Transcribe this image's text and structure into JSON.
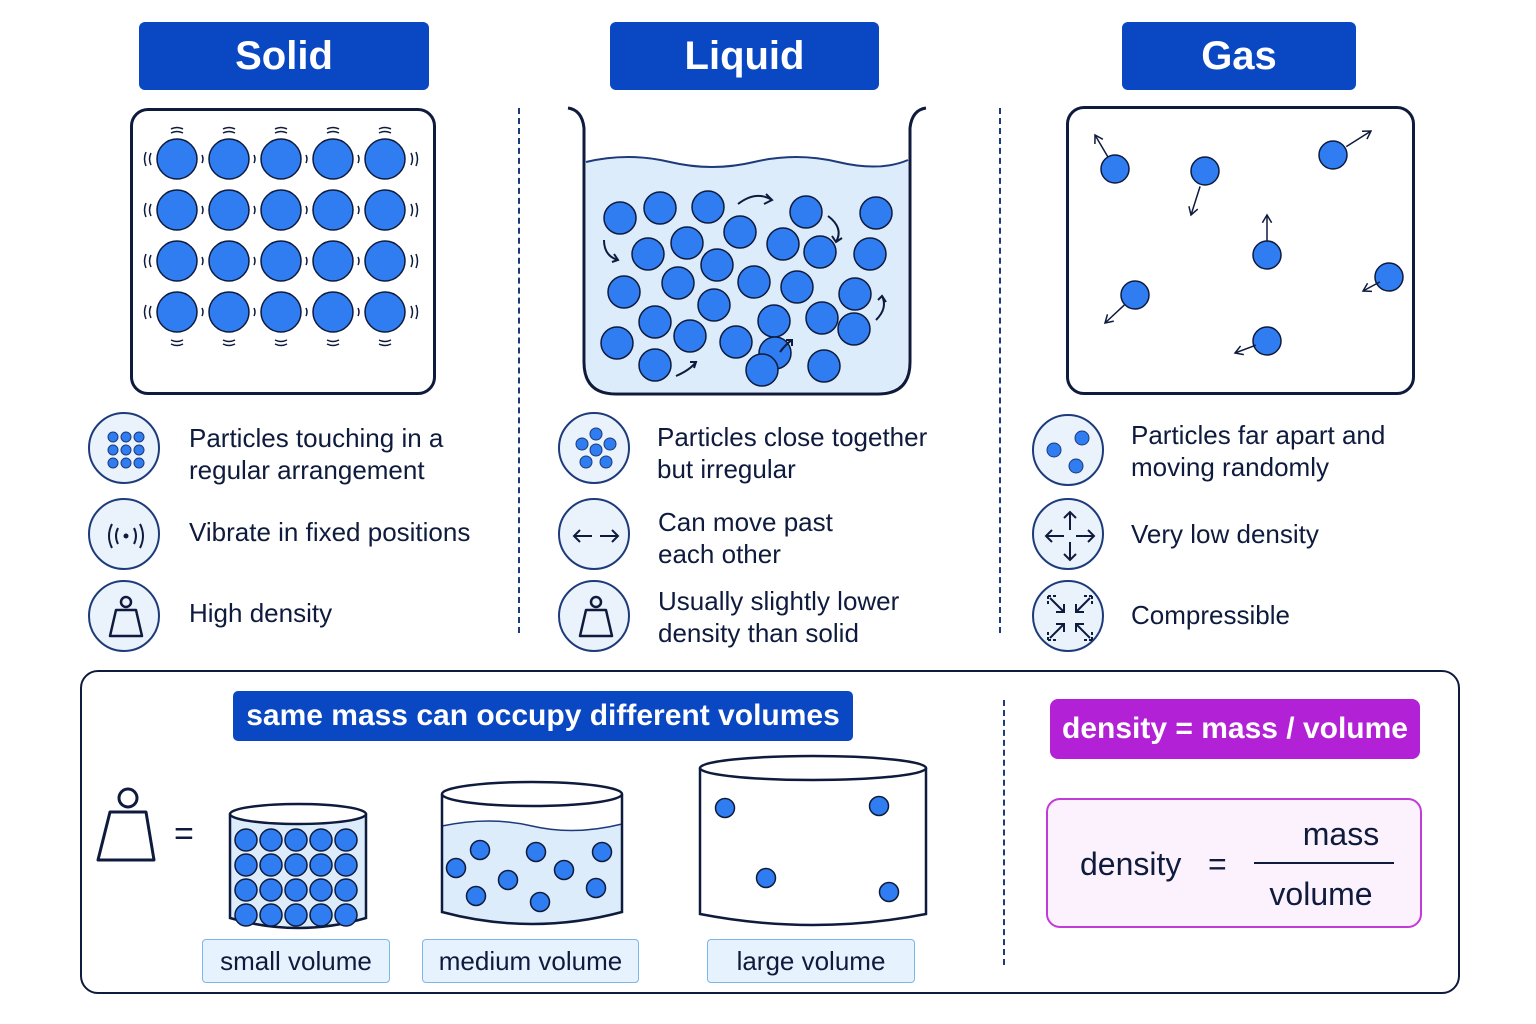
{
  "states": [
    {
      "title": "Solid",
      "properties": [
        {
          "text": "Particles touching in a regular arrangement",
          "icon": "grid-particles-icon"
        },
        {
          "text": "Vibrate in fixed positions",
          "icon": "vibration-icon"
        },
        {
          "text": "High density",
          "icon": "weight-icon"
        }
      ]
    },
    {
      "title": "Liquid",
      "properties": [
        {
          "text": "Particles close together but irregular",
          "icon": "cluster-particles-icon"
        },
        {
          "text": "Can move past each other",
          "icon": "horizontal-arrows-icon"
        },
        {
          "text": "Usually slightly lower density than solid",
          "icon": "weight-icon"
        }
      ]
    },
    {
      "title": "Gas",
      "properties": [
        {
          "text": "Particles far apart and moving randomly",
          "icon": "sparse-particles-icon"
        },
        {
          "text": "Very low density",
          "icon": "four-arrows-icon"
        },
        {
          "text": "Compressible",
          "icon": "compress-icon"
        }
      ]
    }
  ],
  "bottom": {
    "banner": "same mass can occupy different volumes",
    "equals": "=",
    "volumes": [
      "small volume",
      "medium volume",
      "large volume"
    ]
  },
  "formula": {
    "banner": "density = mass / volume",
    "lhs": "density",
    "equals": "=",
    "numerator": "mass",
    "denominator": "volume"
  },
  "colors": {
    "title_bg": "#0a47c2",
    "particle": "#2f7df0",
    "outline": "#0f1b3d",
    "liquid_fill": "#dcecfb",
    "formula_accent": "#b221d6"
  }
}
